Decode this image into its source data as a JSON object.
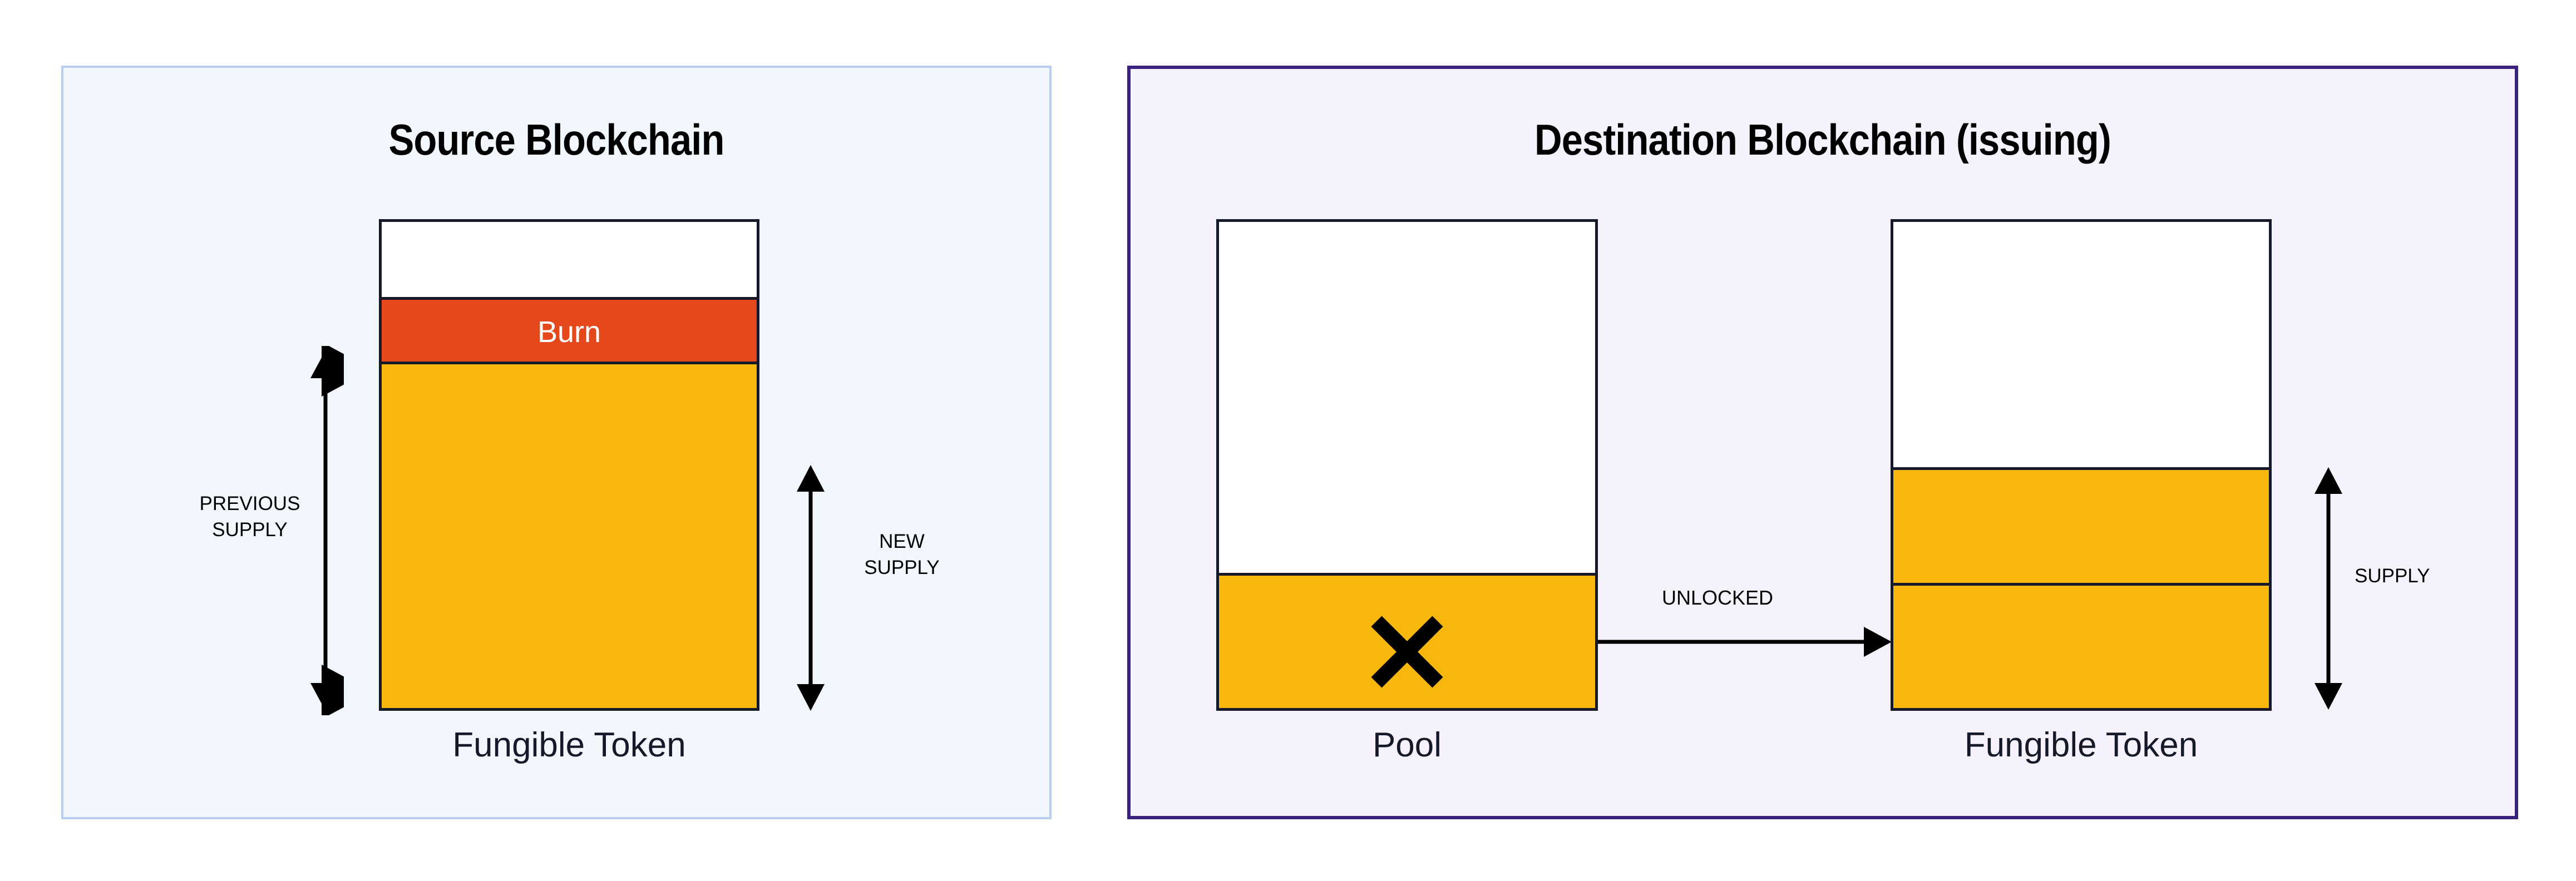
{
  "diagram": {
    "title_semantic": "fungible-token-bridge-burn-and-unlock",
    "panels": [
      {
        "id": "source",
        "title": "Source Blockchain",
        "accent_border": "#B9CCF2",
        "background": "#F2F6FD",
        "stacks": [
          {
            "id": "source-fungible-token",
            "caption": "Fungible Token",
            "segments": [
              {
                "name": "headroom",
                "label": "",
                "color": "#FFFFFF"
              },
              {
                "name": "burn",
                "label": "Burn",
                "color": "#E5491B"
              },
              {
                "name": "supply",
                "label": "",
                "color": "#F7B70C"
              }
            ]
          }
        ],
        "measures": [
          {
            "id": "previous-supply",
            "label": "PREVIOUS\nSUPPLY",
            "side": "left"
          },
          {
            "id": "new-supply",
            "label": "NEW\nSUPPLY",
            "side": "right"
          }
        ]
      },
      {
        "id": "destination",
        "title": "Destination Blockchain (issuing)",
        "accent_border": "#3B2180",
        "background": "#F5F2FD",
        "stacks": [
          {
            "id": "pool",
            "caption": "Pool",
            "marker": "x-mark",
            "segments": [
              {
                "name": "headroom",
                "label": "",
                "color": "#FFFFFF"
              },
              {
                "name": "locked",
                "label": "",
                "color": "#F7B70C"
              }
            ]
          },
          {
            "id": "destination-fungible-token",
            "caption": "Fungible Token",
            "segments": [
              {
                "name": "headroom",
                "label": "",
                "color": "#FFFFFF"
              },
              {
                "name": "newly-unlocked",
                "label": "",
                "color": "#F7B70C"
              },
              {
                "name": "existing",
                "label": "",
                "color": "#F7B70C"
              }
            ]
          }
        ],
        "measures": [
          {
            "id": "supply",
            "label": "SUPPLY",
            "side": "right"
          }
        ],
        "flow": {
          "id": "unlocked-flow",
          "label": "UNLOCKED",
          "from": "pool",
          "to": "destination-fungible-token"
        }
      }
    ],
    "colors": {
      "burn": "#E5491B",
      "token_gold": "#F7B70C",
      "outline": "#15192A",
      "source_panel_bg": "#F2F6FD",
      "source_panel_border": "#B9CCF2",
      "destination_panel_bg": "#F5F2FD",
      "destination_panel_border": "#3B2180",
      "text": "#000000",
      "burn_label_text": "#FFFFFF"
    }
  }
}
